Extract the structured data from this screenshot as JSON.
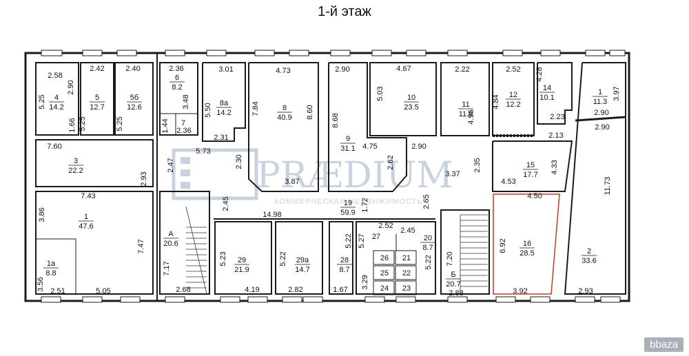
{
  "title": "1-й этаж",
  "watermark": {
    "brand": "PRÆDIUM",
    "tagline": "КОММЕРЧЕСКАЯ НЕДВИЖИМОСТЬ"
  },
  "logo": "bbaza",
  "colors": {
    "wall": "#1a1a1a",
    "highlight_room": "#c0392b",
    "watermark": "#c9d3e0"
  },
  "rooms": [
    {
      "id": "r4",
      "number": "4",
      "area": "14.2"
    },
    {
      "id": "r5",
      "number": "5",
      "area": "12.7"
    },
    {
      "id": "r5b",
      "number": "5б",
      "area": "12.6"
    },
    {
      "id": "r6",
      "number": "6",
      "area": "8.2"
    },
    {
      "id": "r7",
      "number": "7",
      "area": ""
    },
    {
      "id": "r8a",
      "number": "8а",
      "area": "14.2"
    },
    {
      "id": "r8",
      "number": "8",
      "area": "40.9"
    },
    {
      "id": "r9",
      "number": "9",
      "area": "31.1"
    },
    {
      "id": "r10",
      "number": "10",
      "area": "23.5"
    },
    {
      "id": "r11",
      "number": "11",
      "area": "11.0"
    },
    {
      "id": "r12",
      "number": "12",
      "area": "12.2"
    },
    {
      "id": "r14",
      "number": "14",
      "area": "10.1"
    },
    {
      "id": "r1top",
      "number": "1",
      "area": "11.3"
    },
    {
      "id": "r3",
      "number": "3",
      "area": "22.2"
    },
    {
      "id": "r15",
      "number": "15",
      "area": "17.7"
    },
    {
      "id": "r1",
      "number": "1",
      "area": "47.6"
    },
    {
      "id": "r1a",
      "number": "1а",
      "area": "8.8"
    },
    {
      "id": "rA",
      "number": "А",
      "area": "20.6"
    },
    {
      "id": "r19",
      "number": "19",
      "area": "59.9"
    },
    {
      "id": "r29",
      "number": "29",
      "area": "21.9"
    },
    {
      "id": "r29a",
      "number": "29а",
      "area": "14.7"
    },
    {
      "id": "r28",
      "number": "28",
      "area": "8.7"
    },
    {
      "id": "r20",
      "number": "20",
      "area": "8.7"
    },
    {
      "id": "rB",
      "number": "Б",
      "area": "20.7"
    },
    {
      "id": "r16",
      "number": "16",
      "area": "28.5"
    },
    {
      "id": "r2",
      "number": "2",
      "area": "33.6"
    }
  ],
  "small_rooms": [
    "26",
    "21",
    "25",
    "22",
    "24",
    "23",
    "27"
  ],
  "dimensions": [
    "2.58",
    "2.90",
    "2.42",
    "2.40",
    "2.36",
    "3.01",
    "4.73",
    "2.90",
    "4.67",
    "2.22",
    "2.52",
    "4.28",
    "5.25",
    "1.66",
    "5.25",
    "5.25",
    "3.48",
    "1.44",
    "2.36",
    "5.50",
    "2.31",
    "7.84",
    "8.60",
    "8.68",
    "5.03",
    "4.96",
    "4.84",
    "2.23",
    "3.97",
    "2.90",
    "2.90",
    "2.13",
    "7.60",
    "5.73",
    "2.30",
    "4.75",
    "2.90",
    "2.62",
    "2.35",
    "4.33",
    "2.93",
    "2.47",
    "3.87",
    "3.37",
    "4.53",
    "11.73",
    "7.43",
    "2.45",
    "1.72",
    "2.65",
    "4.50",
    "3.86",
    "14.98",
    "2.52",
    "2.45",
    "6.92",
    "7.47",
    "7.17",
    "5.23",
    "5.22",
    "5.22",
    "5.27",
    "7.20",
    "3.56",
    "2.51",
    "5.05",
    "2.68",
    "4.19",
    "2.82",
    "1.67",
    "3.29",
    "5.22",
    "2.88",
    "3.92",
    "2.93"
  ]
}
